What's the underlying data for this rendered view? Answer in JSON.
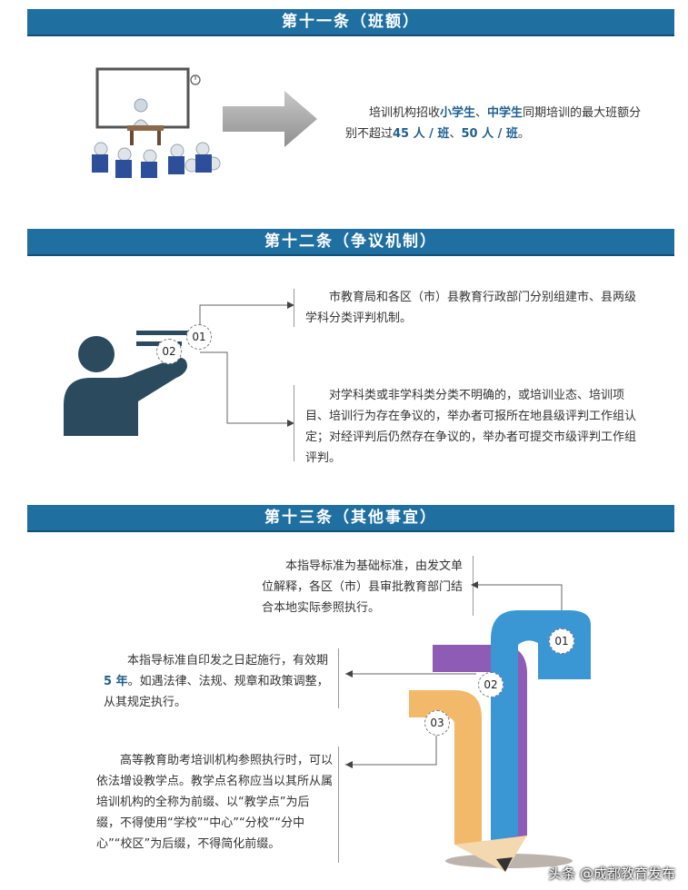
{
  "section11": {
    "title": "第十一条（班额）",
    "text_pre": "培训机构招收",
    "hl1": "小学生",
    "sep1": "、",
    "hl2": "中学生",
    "text_mid": "同期培训的最大班额分别不超过",
    "hl3": "45 人 / 班",
    "sep2": "、",
    "hl4": "50 人 / 班",
    "text_end": "。"
  },
  "section12": {
    "title": "第十二条（争议机制）",
    "badge1": "01",
    "badge2": "02",
    "item1": "市教育局和各区（市）县教育行政部门分别组建市、县两级学科分类评判机制。",
    "item2": "对学科类或非学科类分类不明确的，或培训业态、培训项目、培训行为存在争议的，举办者可报所在地县级评判工作组认定；对经评判后仍然存在争议的，举办者可提交市级评判工作组评判。"
  },
  "section13": {
    "title": "第十三条（其他事宜）",
    "badge1": "01",
    "badge2": "02",
    "badge3": "03",
    "item1": "本指导标准为基础标准，由发文单位解释，各区（市）县审批教育部门结合本地实际参照执行。",
    "item2_pre": "本指导标准自印发之日起施行，有效期",
    "item2_hl": "5 年",
    "item2_post": "。如遇法律、法规、规章和政策调整，从其规定执行。",
    "item3": "高等教育助考培训机构参照执行时，可以依法增设教学点。教学点名称应当以其所从属培训机构的全称为前缀、以“教学点”为后缀，不得使用“学校”“中心”“分校”“分中心”“校区”为后缀，不得简化前缀。"
  },
  "watermark": "头条 @成都教育发布",
  "colors": {
    "banner": "#1f6fa0",
    "highlight": "#1f5f8f",
    "pencil_blue": "#3a97d4",
    "pencil_purple": "#8e5bb5",
    "pencil_orange": "#f2b96b"
  }
}
